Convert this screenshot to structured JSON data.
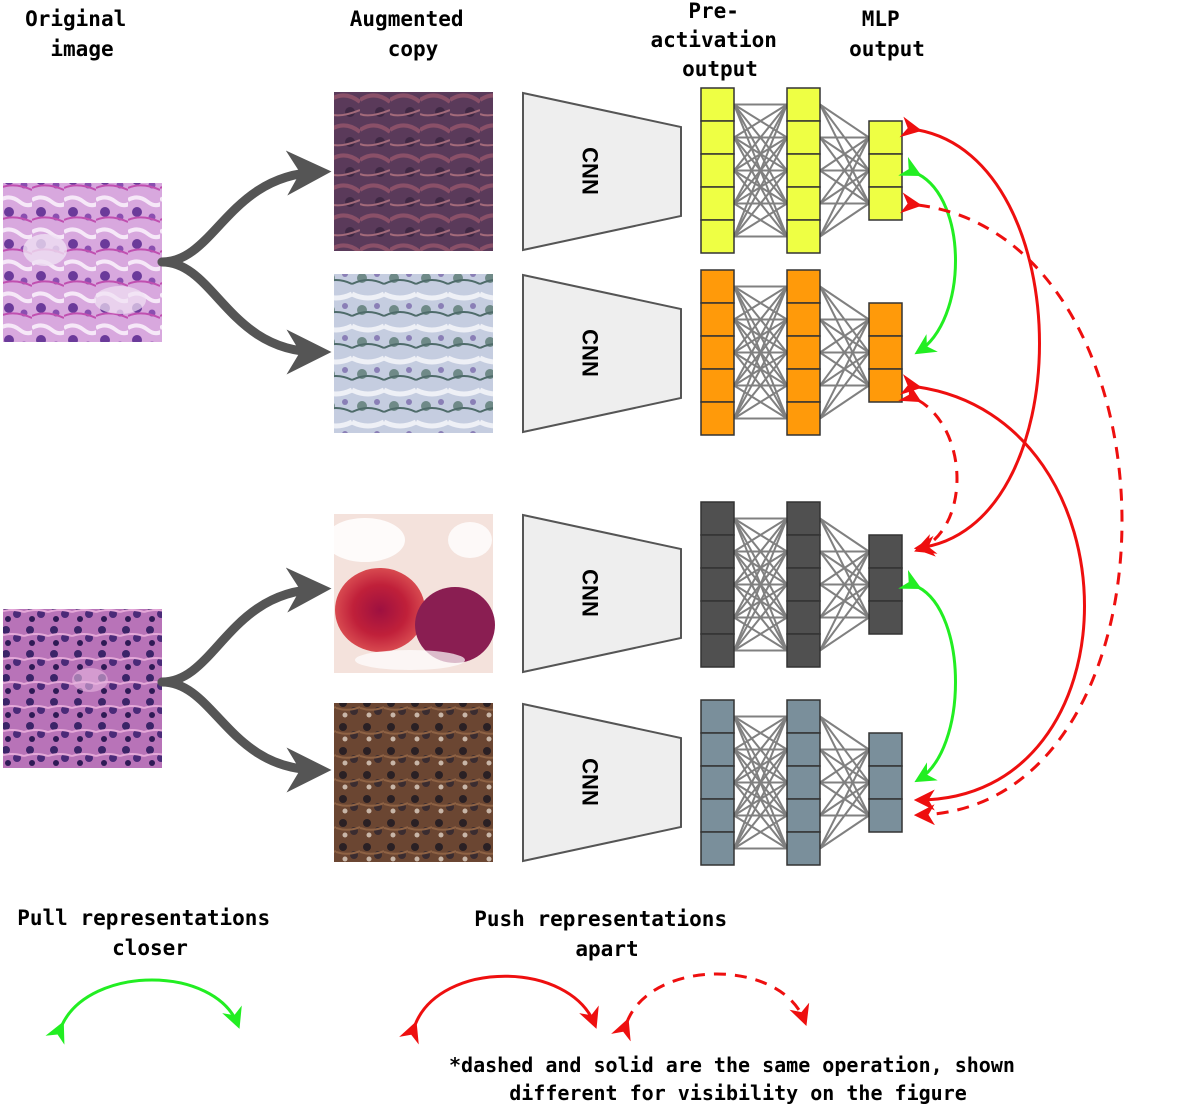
{
  "headers": {
    "original": [
      "Original",
      "image"
    ],
    "augmented": [
      "Augmented",
      "copy"
    ],
    "preact": [
      "Pre-",
      "activation",
      "output"
    ],
    "mlp": [
      "MLP",
      "output"
    ]
  },
  "cnn_label": "CNN",
  "legend": {
    "pull": [
      "Pull representations",
      "closer"
    ],
    "push": [
      "Push representations",
      "apart"
    ],
    "footnote": [
      "*dashed and solid are the same operation, shown",
      "different for visibility on the figure"
    ]
  },
  "colors": {
    "row_fills": [
      "#eeff44",
      "#ff9a0a",
      "#505050",
      "#7a8f9b"
    ],
    "pull": "#22ee22",
    "push": "#ee0f0f",
    "arrow": "#555555",
    "cnn_fill": "#eeeeee"
  }
}
